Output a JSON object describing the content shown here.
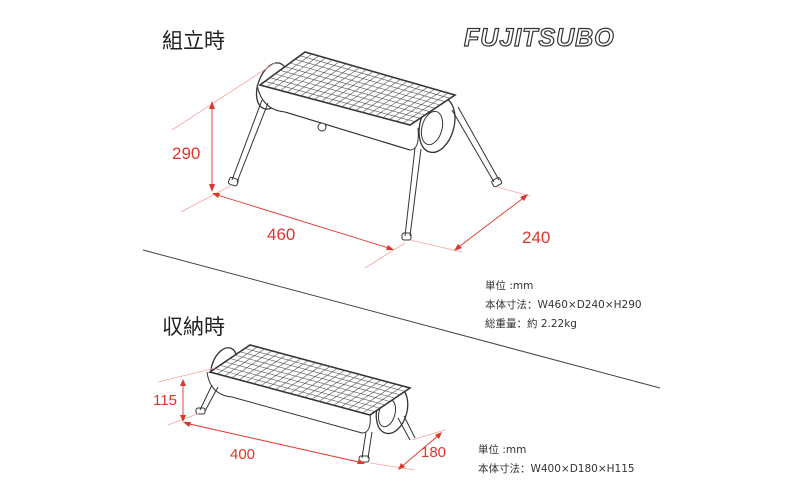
{
  "assembled": {
    "title": "組立時",
    "dimensions": {
      "height": "290",
      "width": "460",
      "depth": "240"
    },
    "spec": {
      "unit": "単位 :mm",
      "size": "本体寸法：W460×D240×H290",
      "weight": "総重量：約 2.22kg"
    }
  },
  "stored": {
    "title": "収納時",
    "dimensions": {
      "height": "115",
      "width": "400",
      "depth": "180"
    },
    "spec": {
      "unit": "単位 :mm",
      "size": "本体寸法：W400×D180×H115"
    }
  },
  "logo": "FUJITSUBO",
  "colors": {
    "dimension": "#e0342a",
    "extension": "#f0a8a0",
    "line": "#333333"
  }
}
